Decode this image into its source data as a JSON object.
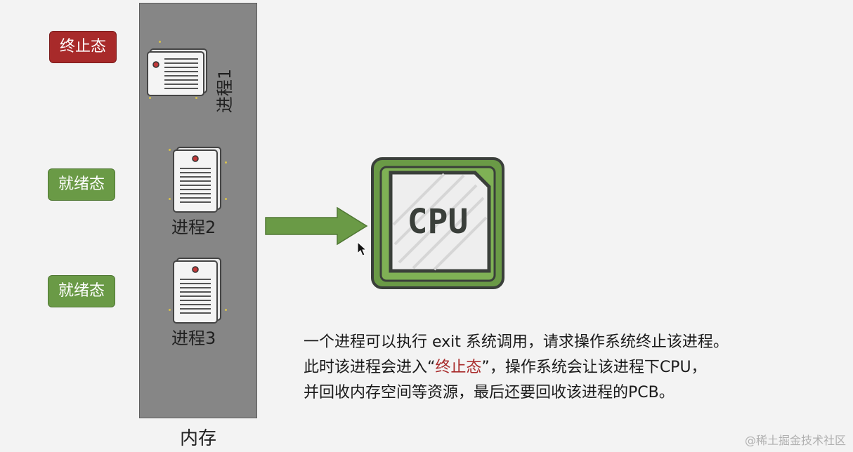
{
  "memory": {
    "label": "内存"
  },
  "processes": [
    {
      "label": "进程1",
      "state": "终止态"
    },
    {
      "label": "进程2",
      "state": "就绪态"
    },
    {
      "label": "进程3",
      "state": "就绪态"
    }
  ],
  "cpu": {
    "label": "CPU"
  },
  "description": {
    "line1": "一个进程可以执行 exit 系统调用，请求操作系统终止该进程。",
    "line2_before": "此时该进程会进入“",
    "line2_highlight": "终止态",
    "line2_after": "”，操作系统会让该进程下CPU，",
    "line3": "并回收内存空间等资源，最后还要回收该进程的PCB。"
  },
  "watermark": "@稀土掘金技术社区",
  "colors": {
    "terminated": "#a82a2a",
    "ready": "#6a9a46",
    "cpu_green": "#6a9a46",
    "memory_gray": "#868686"
  }
}
